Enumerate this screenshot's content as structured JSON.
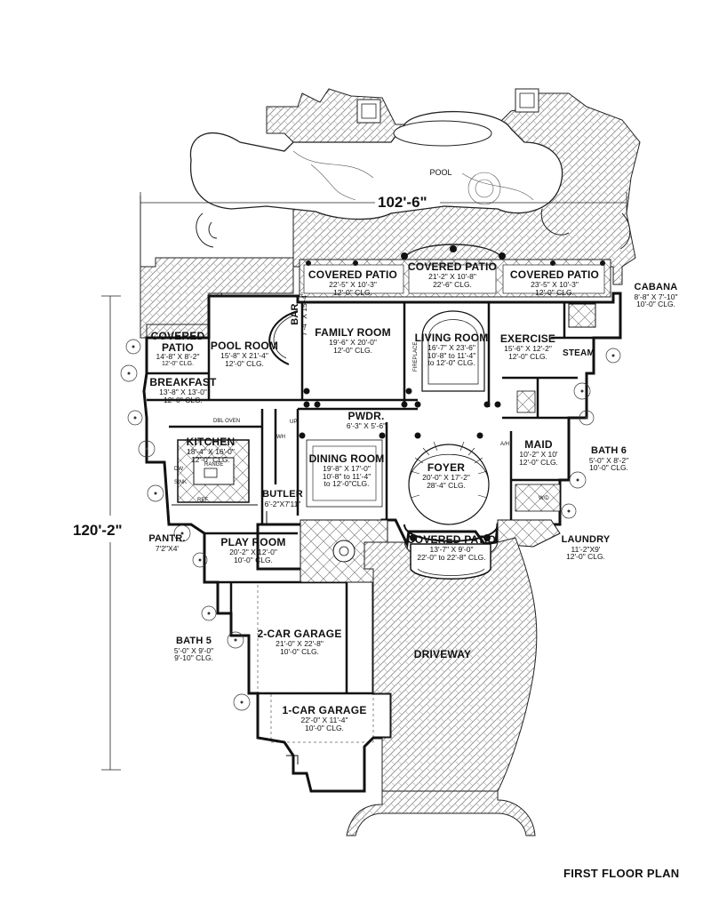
{
  "title": "FIRST FLOOR PLAN",
  "overall_width": "102'-6\"",
  "overall_depth": "120'-2\"",
  "pool": "POOL",
  "driveway": "DRIVEWAY",
  "rooms": {
    "covered_patio_left": {
      "name": "COVERED PATIO",
      "dims": "22'-5\" X 10'-3\"",
      "clg": "12'-0\" CLG."
    },
    "covered_patio_center": {
      "name": "COVERED PATIO",
      "dims": "21'-2\" X 10'-8\"",
      "clg": "22'-6\" CLG."
    },
    "covered_patio_right": {
      "name": "COVERED PATIO",
      "dims": "23'-5\" X 10'-3\"",
      "clg": "12'-0\" CLG."
    },
    "cabana": {
      "name": "CABANA",
      "dims": "8'-8\" X 7'-10\"",
      "clg": "10'-0\" CLG."
    },
    "covered_patio_west": {
      "name1": "COVERED",
      "name2": "PATIO",
      "dims": "14'-8\" X 8'-2\"",
      "clg": "12'-0\" CLG."
    },
    "pool_room": {
      "name": "POOL ROOM",
      "dims": "15'-8\" X 21'-4\"",
      "clg": "12'-0\" CLG."
    },
    "bar": {
      "name": "BAR",
      "dims": "7'-4\" X 15'-4\""
    },
    "family_room": {
      "name": "FAMILY ROOM",
      "dims": "19'-6\" X 20'-0\"",
      "clg": "12'-0\" CLG."
    },
    "living_room": {
      "name": "LIVING ROOM",
      "dims": "16'-7\" X 23'-6\"",
      "clg1": "10'-8\" to 11'-4\"",
      "clg2": "to 12'-0\" CLG."
    },
    "exercise": {
      "name": "EXERCISE",
      "dims": "15'-6\" X 12'-2\"",
      "clg": "12'-0\" CLG."
    },
    "steam": {
      "name": "STEAM"
    },
    "breakfast": {
      "name": "BREAKFAST",
      "dims": "13'-8\" X 13'-0\"",
      "clg": "12'-0\" CLG."
    },
    "pwdr": {
      "name": "PWDR.",
      "dims": "6'-3\" X 5'-6\""
    },
    "kitchen": {
      "name": "KITCHEN",
      "dims": "18'-4\" X 16'-0\"",
      "clg": "12'-0\" CLG."
    },
    "dining_room": {
      "name": "DINING ROOM",
      "dims": "19'-8\" X 17'-0\"",
      "clg1": "10'-8\" to 11'-4\"",
      "clg2": "to 12'-0\"CLG."
    },
    "foyer": {
      "name": "FOYER",
      "dims": "20'-0\" X 17'-2\"",
      "clg": "28'-4\" CLG."
    },
    "maid": {
      "name": "MAID",
      "dims": "10'-2\" X 10'",
      "clg": "12'-0\" CLG."
    },
    "bath6": {
      "name": "BATH 6",
      "dims": "5'-0\" X 8'-2\"",
      "clg": "10'-0\" CLG."
    },
    "butler": {
      "name": "BUTLER",
      "dims": "6'-2\"X7'11\""
    },
    "pantr": {
      "name": "PANTR.",
      "dims": "7'2\"X4'"
    },
    "play_room": {
      "name": "PLAY ROOM",
      "dims": "20'-2\" X 12'-0\"",
      "clg": "10'-0\" CLG."
    },
    "covered_patio_front": {
      "name": "COVERED PATIO",
      "dims": "13'-7\" X 9'-0\"",
      "clg": "22'-0\" to 22'-8\" CLG."
    },
    "laundry": {
      "name": "LAUNDRY",
      "dims": "11'-2\"X9'",
      "clg": "12'-0\" CLG."
    },
    "garage2": {
      "name": "2-CAR GARAGE",
      "dims": "21'-0\" X 22'-8\"",
      "clg": "10'-0\" CLG."
    },
    "bath5": {
      "name": "BATH 5",
      "dims": "5'-0\" X 9'-0\"",
      "clg": "9'-10\" CLG."
    },
    "garage1": {
      "name": "1-CAR GARAGE",
      "dims": "22'-0\" X 11'-4\"",
      "clg": "10'-0\" CLG."
    }
  },
  "fixtures": {
    "range": "RANGE",
    "dw": "DW",
    "sink": "SINK",
    "ref": "REF",
    "wh": "WH",
    "up": "UP",
    "fireplace": "FIREPLACE",
    "ahu": "A/H",
    "wd": "W/D",
    "oven": "DBL OVEN"
  },
  "colors": {
    "line": "#111111",
    "paving": "#9a9a9a",
    "background": "#ffffff"
  }
}
